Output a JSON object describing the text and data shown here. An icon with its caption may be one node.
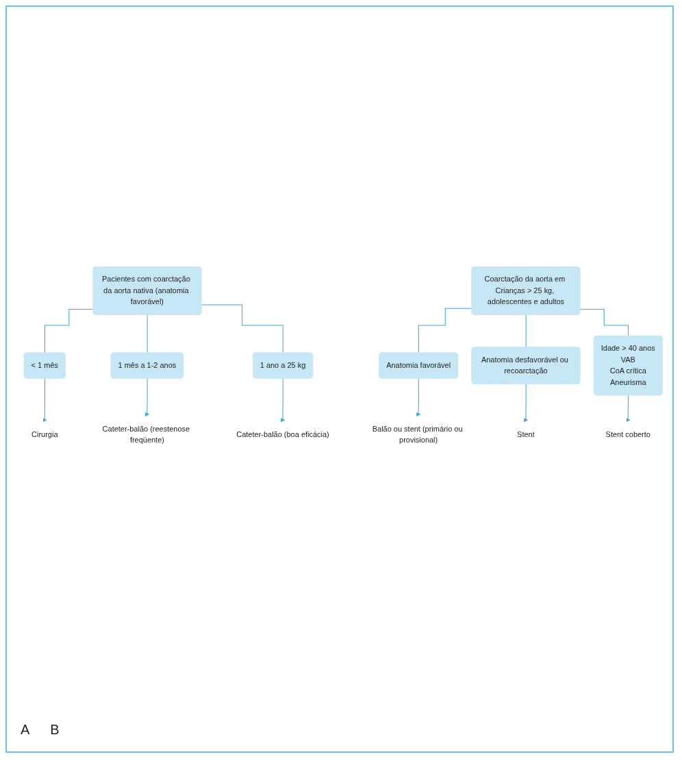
{
  "diagram": {
    "nodes": [
      {
        "text": [
          "Pacientes com coarctação da aorta nativa (anatomia favorável)"
        ]
      },
      {
        "text": [
          "< 1 mês"
        ]
      },
      {
        "text": [
          "1 mês a 1-2 anos"
        ]
      },
      {
        "text": [
          "1 ano a 25 kg"
        ]
      },
      {
        "text": [
          "Cirurgia"
        ]
      },
      {
        "text": [
          "Cateter-balão (reestenose freqüente)"
        ]
      },
      {
        "text": [
          "Cateter-balão (boa eficácia)"
        ]
      },
      {
        "text": [
          "Coarctação da aorta em Crianças > 25 kg, adolescentes e adultos"
        ]
      },
      {
        "text": [
          "Anatomia favorável"
        ]
      },
      {
        "text": [
          "Anatomia desfavorável ou recoarctação"
        ]
      },
      {
        "text": [
          "Idade > 40 anos",
          "VAB",
          "CoA crítica",
          "Aneurisma"
        ]
      },
      {
        "text": [
          "Balão ou stent (primário ou provisional)"
        ]
      },
      {
        "text": [
          "Stent"
        ]
      },
      {
        "text": [
          "Stent coberto"
        ]
      }
    ],
    "edges": [
      {
        "from": 0,
        "to": 1,
        "arrow": "none"
      },
      {
        "from": 0,
        "to": 2,
        "arrow": "none"
      },
      {
        "from": 0,
        "to": 3,
        "arrow": "none"
      },
      {
        "from": 1,
        "to": 4,
        "arrow": "to"
      },
      {
        "from": 2,
        "to": 5,
        "arrow": "to"
      },
      {
        "from": 3,
        "to": 6,
        "arrow": "to"
      },
      {
        "from": 7,
        "to": 8,
        "arrow": "none"
      },
      {
        "from": 7,
        "to": 9,
        "arrow": "none"
      },
      {
        "from": 7,
        "to": 10,
        "arrow": "none"
      },
      {
        "from": 8,
        "to": 11,
        "arrow": "to"
      },
      {
        "from": 9,
        "to": 12,
        "arrow": "to"
      },
      {
        "from": 10,
        "to": 13,
        "arrow": "to"
      }
    ],
    "labels": [
      "A",
      "B"
    ]
  }
}
